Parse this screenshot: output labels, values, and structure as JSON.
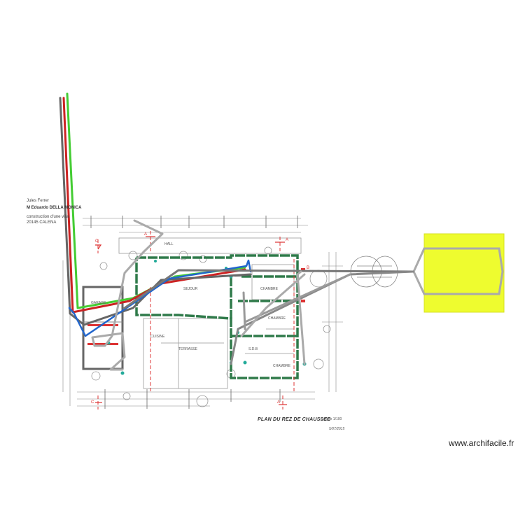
{
  "title_block": {
    "line1": "Jules Ferrer",
    "line2": "M Eduardo DELLA MONICA",
    "line3": "construction d'une villa",
    "line4": "20145 CALENA"
  },
  "plan": {
    "title": "PLAN DU REZ DE CHAUSSEE",
    "scale_label": "Echelle 1/100",
    "date": "5/07/2015",
    "room_labels": [
      "HALL",
      "SEJOUR",
      "CUISINE",
      "GARAGE",
      "TERRASSE",
      "CHAMBRE",
      "CHAMBRE",
      "S.D.B",
      "CHAMBRE"
    ],
    "section_marks": [
      "C",
      "A",
      "A",
      "B",
      "C",
      "A"
    ]
  },
  "network_colors": {
    "green": "#44cc33",
    "red": "#cc2222",
    "blue": "#2266cc",
    "gray": "#777777",
    "light_gray": "#aaaaaa",
    "walls": "#2f7a4a",
    "sections": "#dd3333",
    "zone_fill": "#eefc2f"
  },
  "watermark": "www.archifacile.fr"
}
